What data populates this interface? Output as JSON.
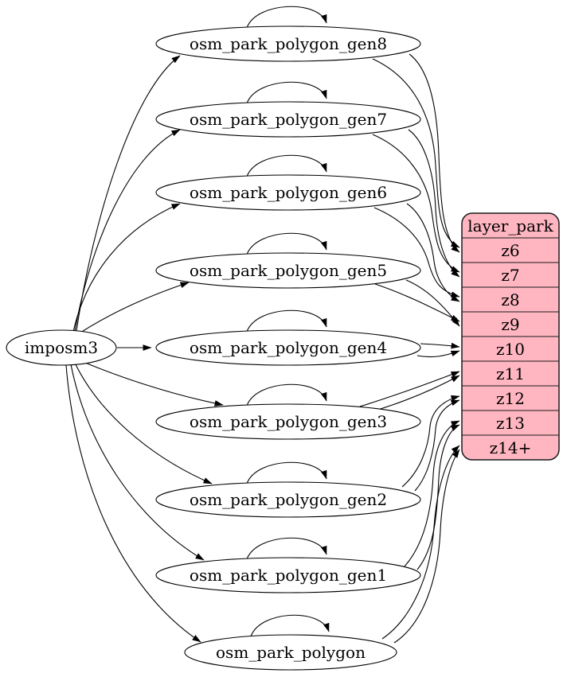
{
  "colors": {
    "layer_fill": "#FFB6C1",
    "node_fill": "#ffffff",
    "edge": "#000000"
  },
  "source": {
    "label": "imposm3"
  },
  "tables": [
    {
      "label": "osm_park_polygon_gen8",
      "zoom_row": "z6"
    },
    {
      "label": "osm_park_polygon_gen7",
      "zoom_row": "z7"
    },
    {
      "label": "osm_park_polygon_gen6",
      "zoom_row": "z8"
    },
    {
      "label": "osm_park_polygon_gen5",
      "zoom_row": "z9"
    },
    {
      "label": "osm_park_polygon_gen4",
      "zoom_row": "z10"
    },
    {
      "label": "osm_park_polygon_gen3",
      "zoom_row": "z11"
    },
    {
      "label": "osm_park_polygon_gen2",
      "zoom_row": "z12"
    },
    {
      "label": "osm_park_polygon_gen1",
      "zoom_row": "z13"
    },
    {
      "label": "osm_park_polygon",
      "zoom_row": "z14+"
    }
  ],
  "layer": {
    "title": "layer_park",
    "rows": [
      "z6",
      "z7",
      "z8",
      "z9",
      "z10",
      "z11",
      "z12",
      "z13",
      "z14+"
    ]
  }
}
